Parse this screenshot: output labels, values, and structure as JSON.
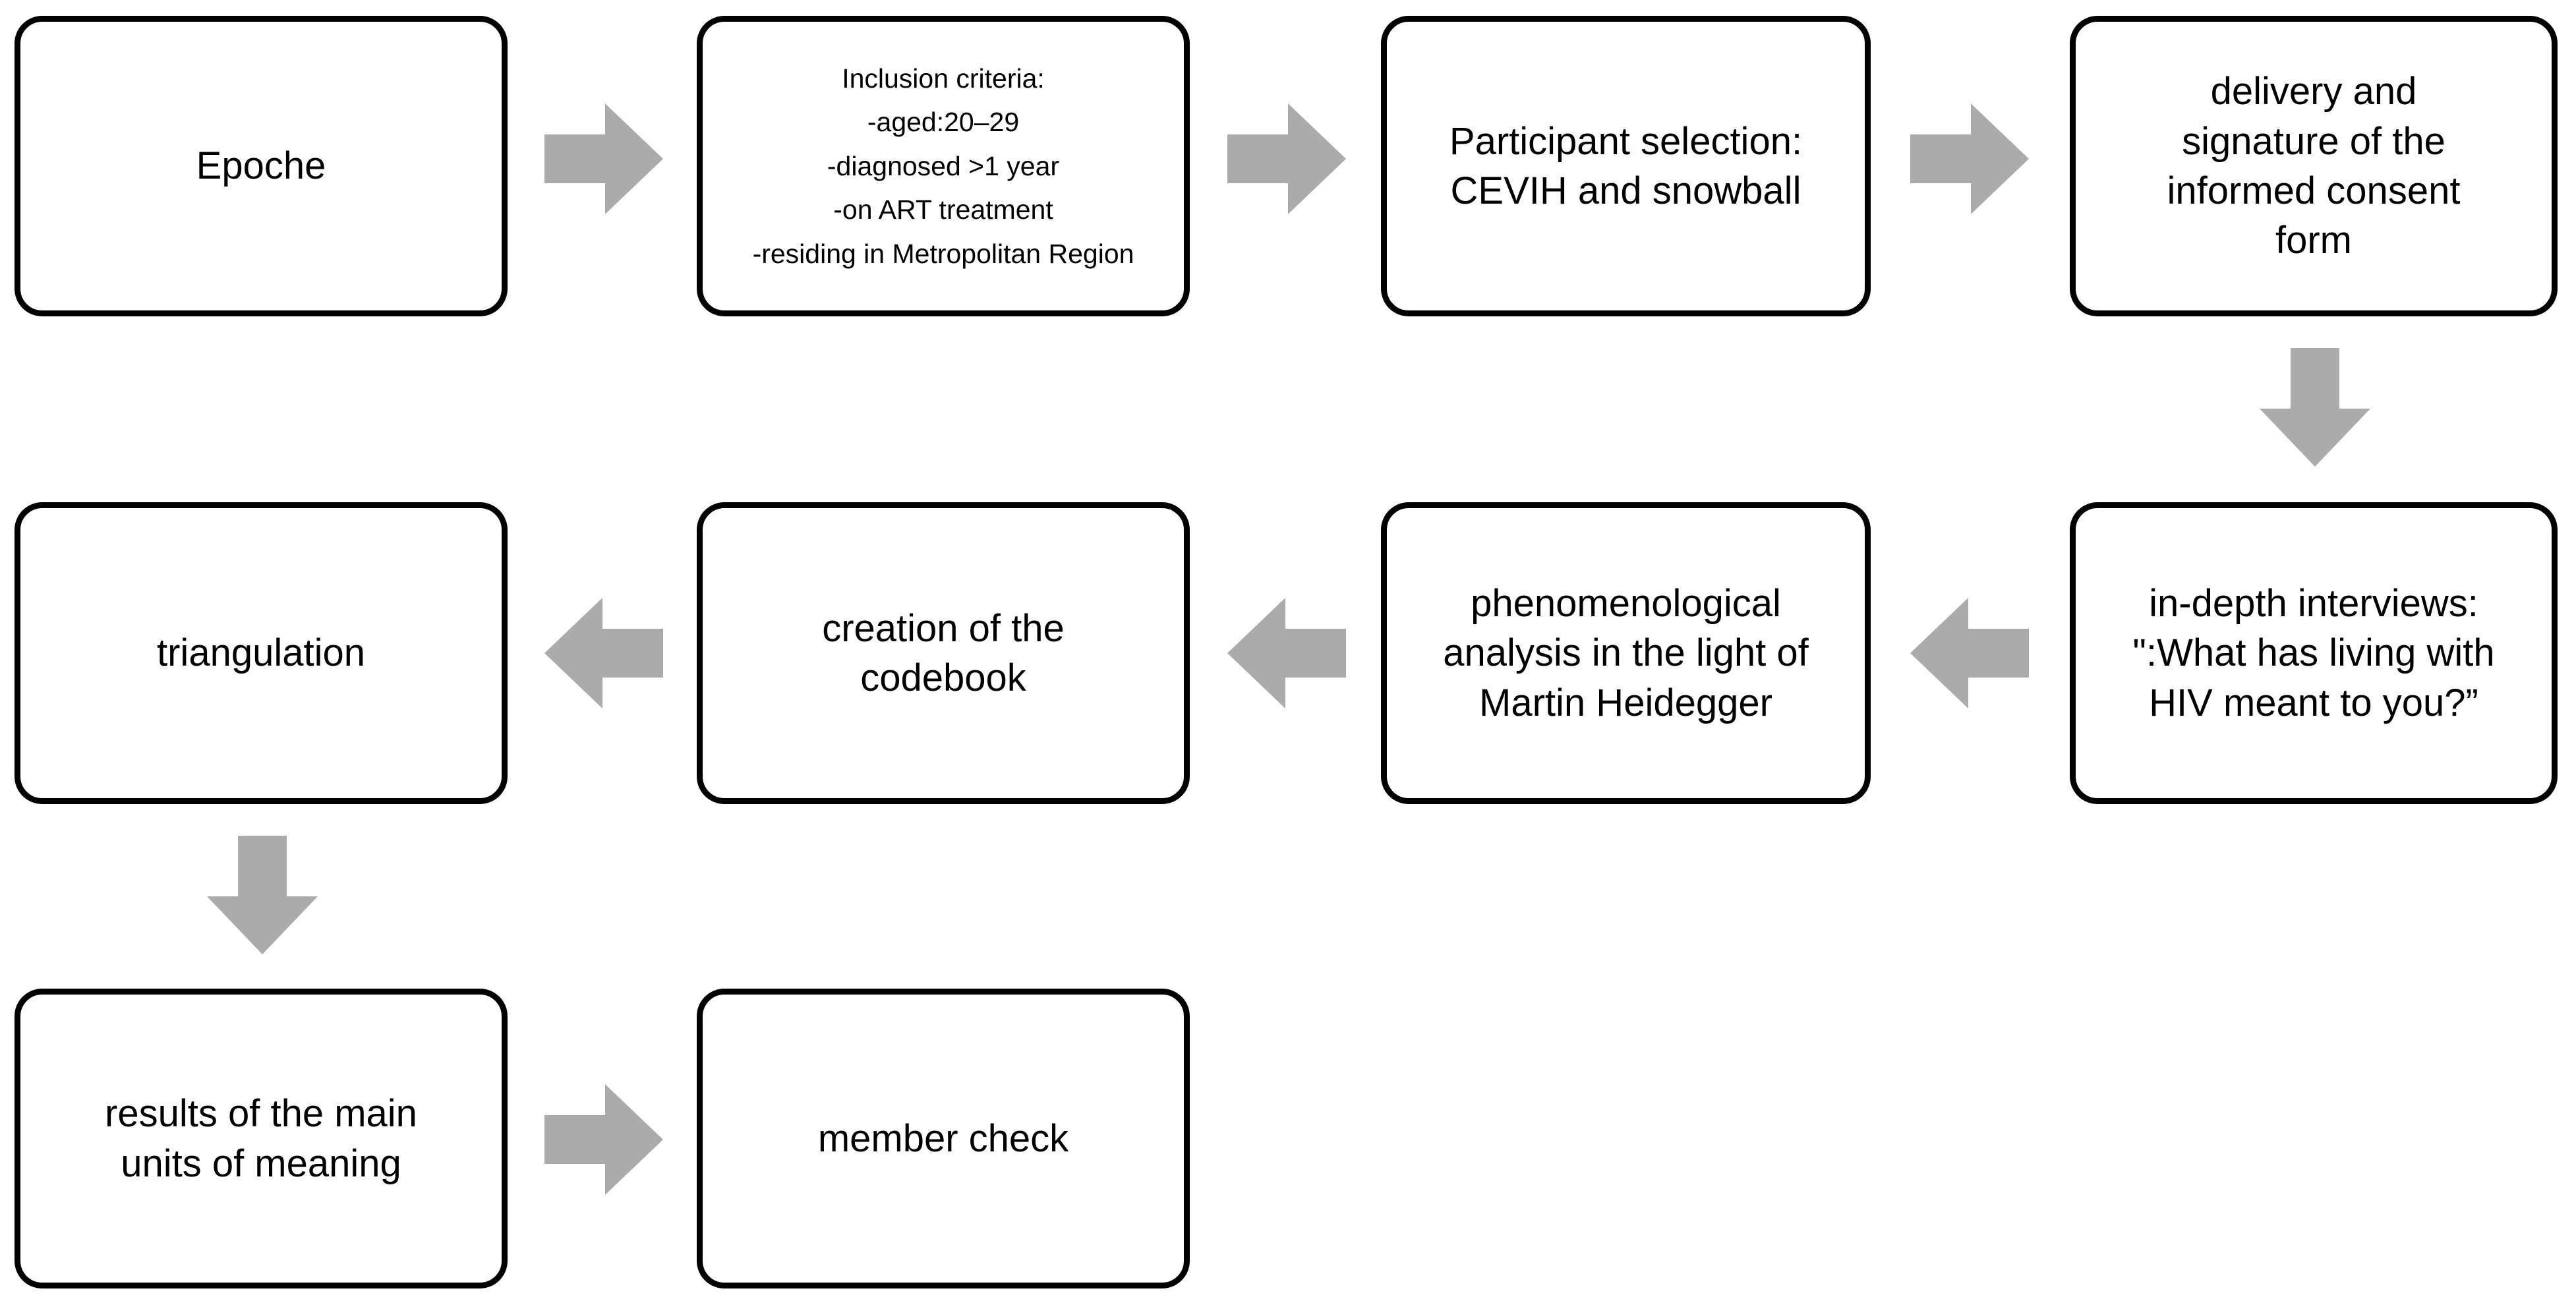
{
  "diagram": {
    "title": "Qualitative study methodology flowchart",
    "colors": {
      "node_border": "#000000",
      "node_fill": "#ffffff",
      "arrow_fill": "#ABABAB",
      "text": "#000000",
      "background": "#ffffff"
    },
    "nodes": [
      {
        "id": "epoche",
        "label": "Epoche"
      },
      {
        "id": "inclusion",
        "label": "Inclusion criteria:\n-aged:20–29\n-diagnosed >1 year\n-on ART treatment\n-residing in Metropolitan Region"
      },
      {
        "id": "selection",
        "label": "Participant selection:\nCEVIH and snowball"
      },
      {
        "id": "consent",
        "label": "delivery and\nsignature of the\ninformed consent\nform"
      },
      {
        "id": "interviews",
        "label": "in-depth interviews:\n\":What has living with\nHIV meant to you?”"
      },
      {
        "id": "analysis",
        "label": "phenomenological\nanalysis in the light of\nMartin Heidegger"
      },
      {
        "id": "codebook",
        "label": "creation of the\ncodebook"
      },
      {
        "id": "triangulation",
        "label": "triangulation"
      },
      {
        "id": "results",
        "label": "results of the main\nunits of meaning"
      },
      {
        "id": "membercheck",
        "label": "member check"
      }
    ],
    "arrows": [
      {
        "id": "epoche-to-inclusion",
        "direction": "right"
      },
      {
        "id": "inclusion-to-selection",
        "direction": "right"
      },
      {
        "id": "selection-to-consent",
        "direction": "right"
      },
      {
        "id": "consent-to-interviews",
        "direction": "down"
      },
      {
        "id": "interviews-to-analysis",
        "direction": "left"
      },
      {
        "id": "analysis-to-codebook",
        "direction": "left"
      },
      {
        "id": "codebook-to-triangulation",
        "direction": "left"
      },
      {
        "id": "triangulation-to-results",
        "direction": "down"
      },
      {
        "id": "results-to-membercheck",
        "direction": "right"
      }
    ]
  }
}
